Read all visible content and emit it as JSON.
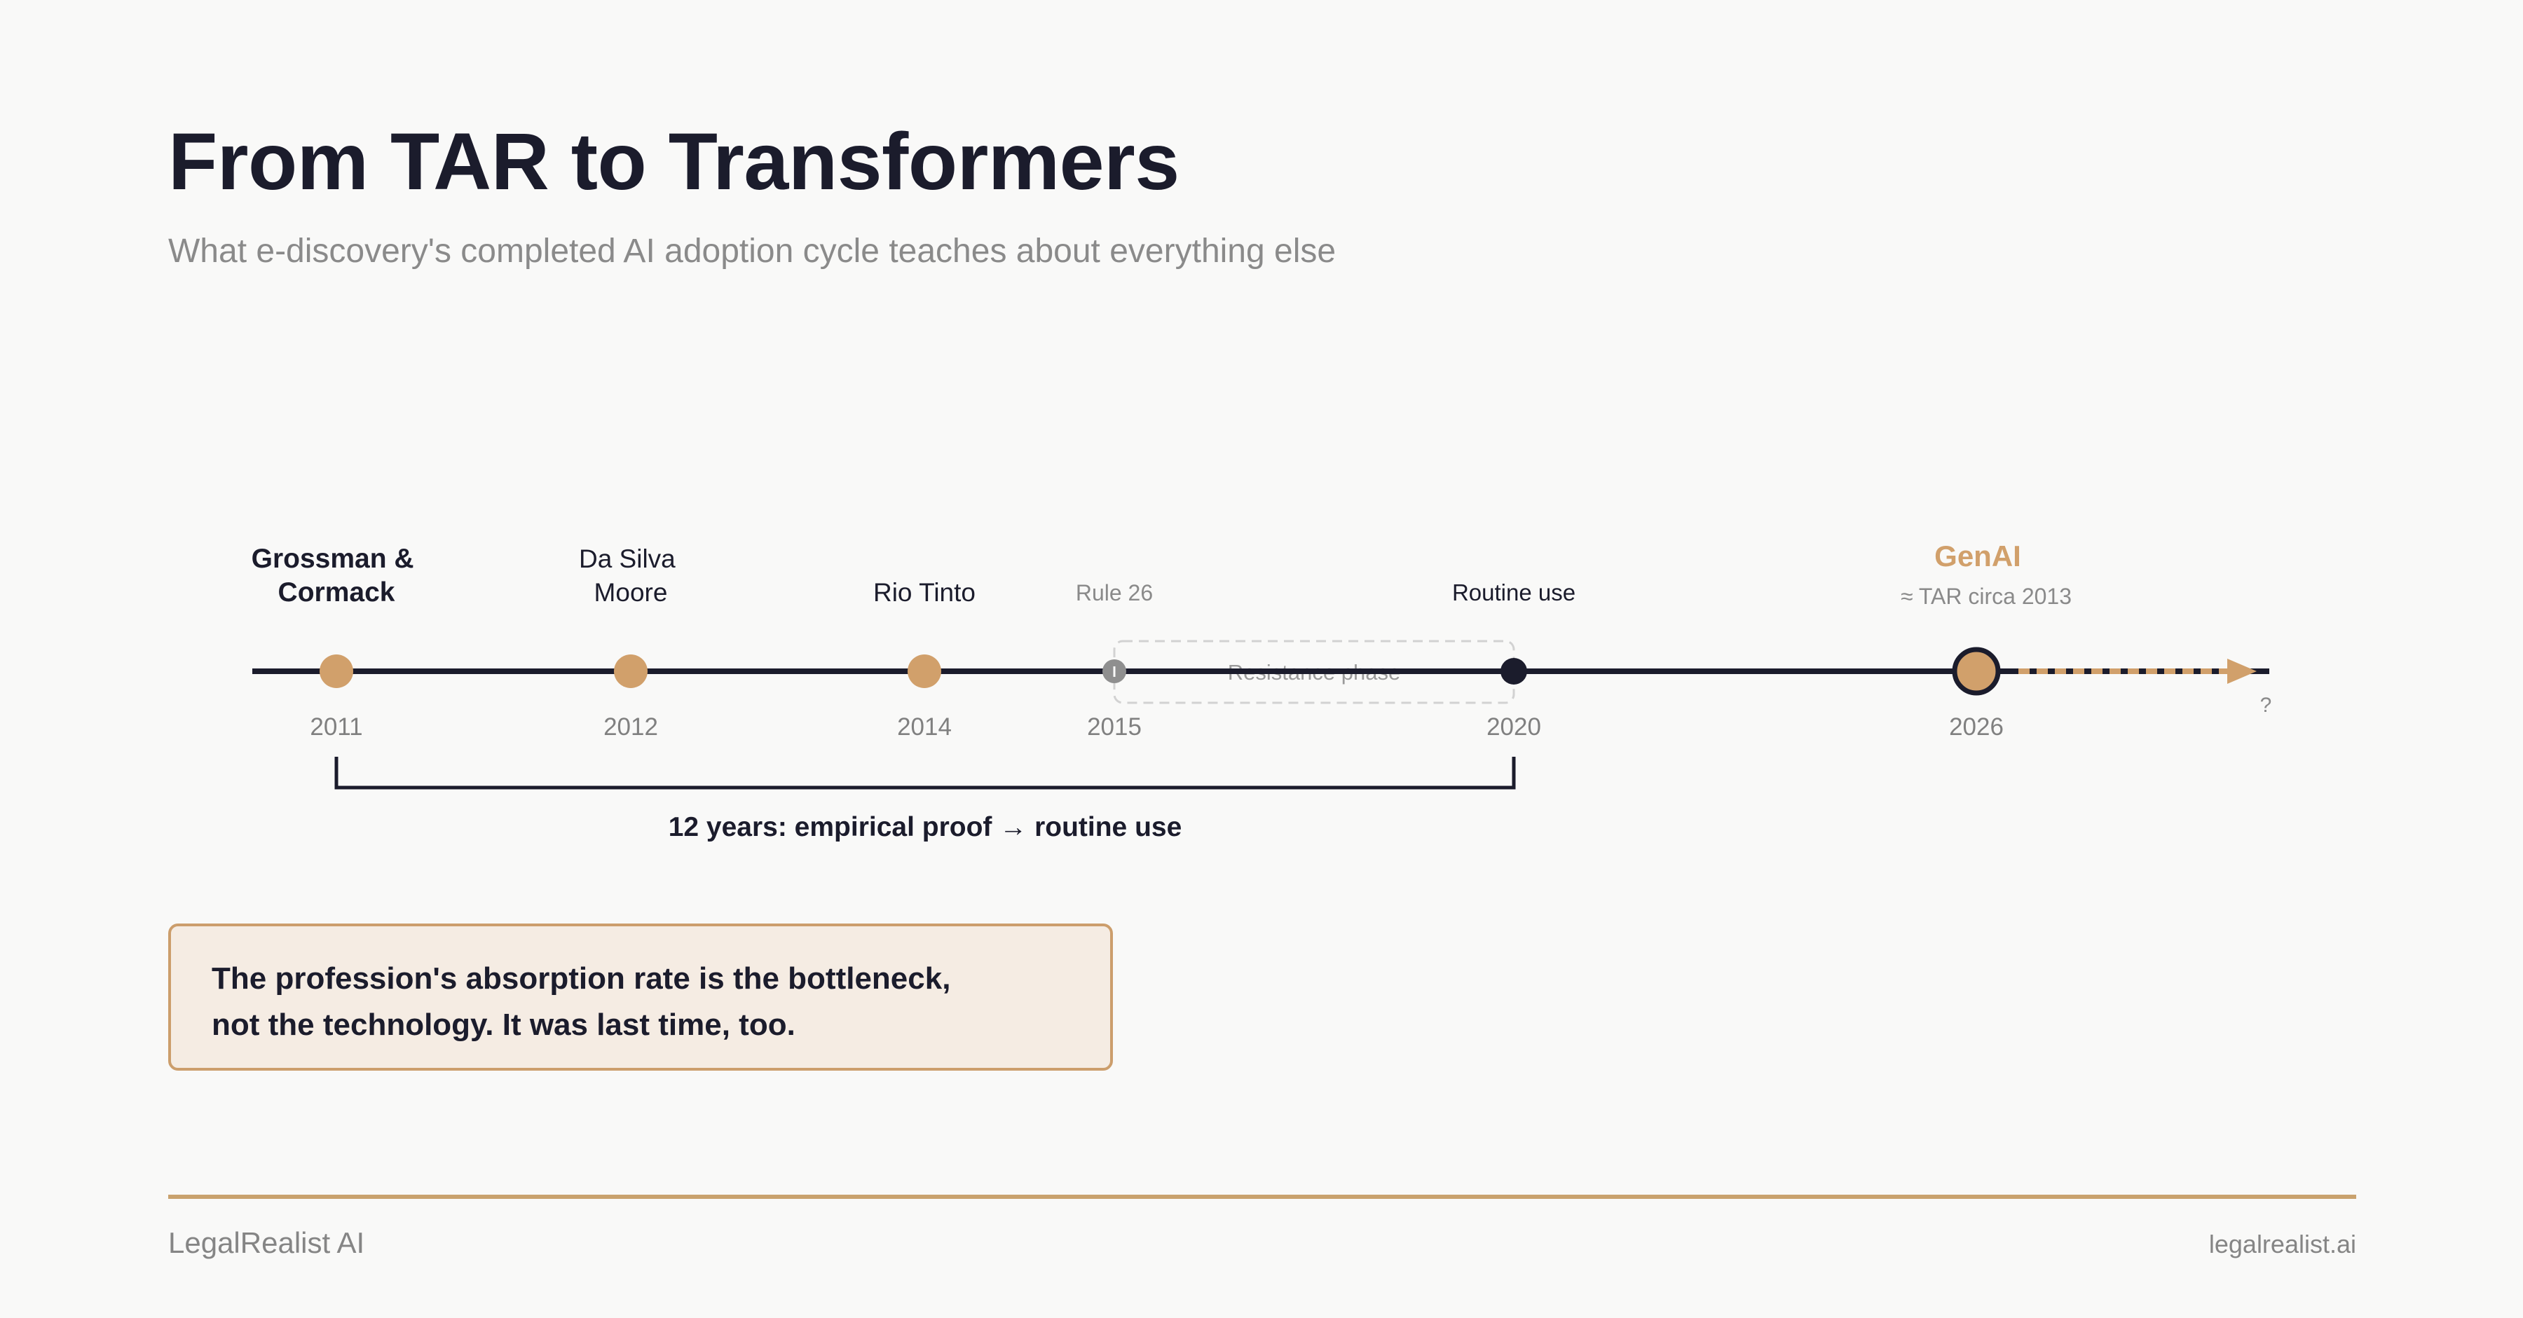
{
  "header": {
    "title": "From TAR to Transformers",
    "subtitle": "What e-discovery's completed AI adoption cycle teaches about everything else"
  },
  "timeline": {
    "milestones": [
      {
        "year": "2011",
        "label_lines": [
          "Grossman &",
          "Cormack"
        ],
        "style": "bold",
        "marker": "filled-gold"
      },
      {
        "year": "2012",
        "label_lines": [
          "Da Silva",
          "Moore"
        ],
        "style": "regular",
        "marker": "filled-gold"
      },
      {
        "year": "2014",
        "label_lines": [
          "Rio Tinto"
        ],
        "style": "regular",
        "marker": "filled-gold"
      },
      {
        "year": "2015",
        "label_lines": [
          "Rule 26"
        ],
        "style": "muted",
        "marker": "small-gray"
      },
      {
        "year": "2020",
        "label_lines": [
          "Routine use"
        ],
        "style": "regular",
        "marker": "filled-dark"
      },
      {
        "year": "2026",
        "label_lines": [
          "GenAI"
        ],
        "sublabel": "≈ TAR circa 2013",
        "style": "highlight",
        "marker": "large-gold-outlined"
      }
    ],
    "resistance_label": "Resistance phase",
    "future_label": "?",
    "span_label": "12 years: empirical proof → routine use",
    "colors": {
      "line": "#1b1c2c",
      "gold": "#d1a06b",
      "dark": "#1b1c2c",
      "muted": "#8a8a8a"
    }
  },
  "callout": {
    "lines": [
      "The profession's absorption rate is the bottleneck,",
      "not the technology. It was last time, too."
    ]
  },
  "footer": {
    "brand": "LegalRealist AI",
    "url": "legalrealist.ai"
  }
}
